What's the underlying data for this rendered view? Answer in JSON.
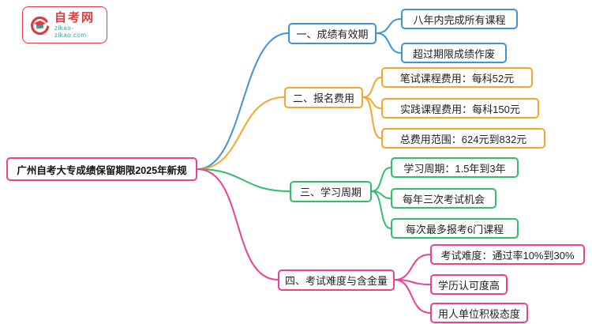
{
  "logo": {
    "site_name": "自考网",
    "site_url": "zikao-zikao.com"
  },
  "root": {
    "title": "广州自考大专成绩保留期限2025年新规"
  },
  "colors": {
    "root": "#ef3f8f",
    "branch1": "#4292d6",
    "branch2": "#f5a62b",
    "branch3": "#2fbe6e",
    "branch4": "#ef3f8f",
    "logo_red": "#e23a3c",
    "logo_teal": "#2aa8a0"
  },
  "branches": [
    {
      "label": "一、成绩有效期",
      "children": [
        "八年内完成所有课程",
        "超过期限成绩作废"
      ]
    },
    {
      "label": "二、报名费用",
      "children": [
        "笔试课程费用：每科52元",
        "实践课程费用：每科150元",
        "总费用范围：624元到832元"
      ]
    },
    {
      "label": "三、学习周期",
      "children": [
        "学习周期：1.5年到3年",
        "每年三次考试机会",
        "每次最多报考6门课程"
      ]
    },
    {
      "label": "四、考试难度与含金量",
      "children": [
        "考试难度：通过率10%到30%",
        "学历认可度高",
        "用人单位积极态度"
      ]
    }
  ]
}
